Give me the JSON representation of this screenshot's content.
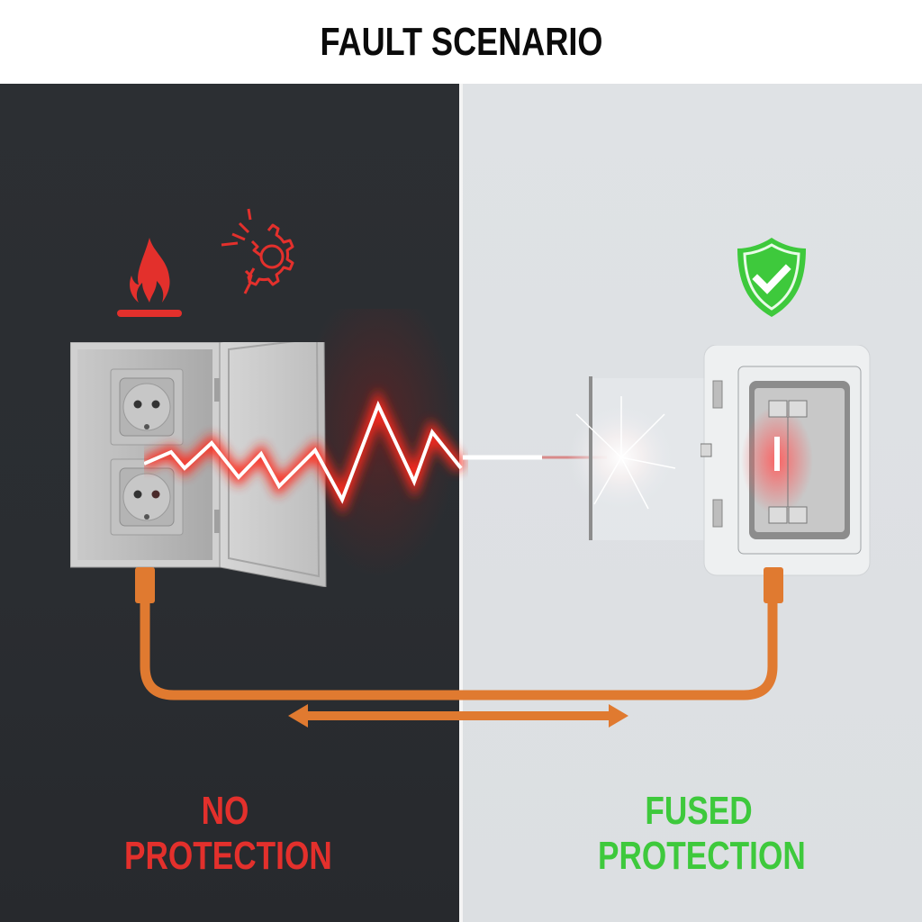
{
  "title": "FAULT SCENARIO",
  "left_panel": {
    "label_line1": "NO",
    "label_line2": "PROTECTION",
    "label_color": "#e3302c",
    "background": "#2c2f33",
    "icons": [
      "fire-hazard-icon",
      "broken-gear-icon"
    ],
    "device": "open-double-socket-box",
    "fault": "red-zigzag-arc"
  },
  "right_panel": {
    "label_line1": "FUSED",
    "label_line2": "PROTECTION",
    "label_color": "#3ec93c",
    "background": "#dfe2e5",
    "icons": [
      "shield-check-icon"
    ],
    "device": "fuse-box-with-blown-fuse",
    "fault": "arc-stopped-at-barrier"
  },
  "connection": {
    "cable_color": "#e07a30",
    "arrow": "double-headed-arrow"
  },
  "colors": {
    "danger": "#e3302c",
    "safe": "#3ec93c",
    "cable": "#e07a30"
  }
}
